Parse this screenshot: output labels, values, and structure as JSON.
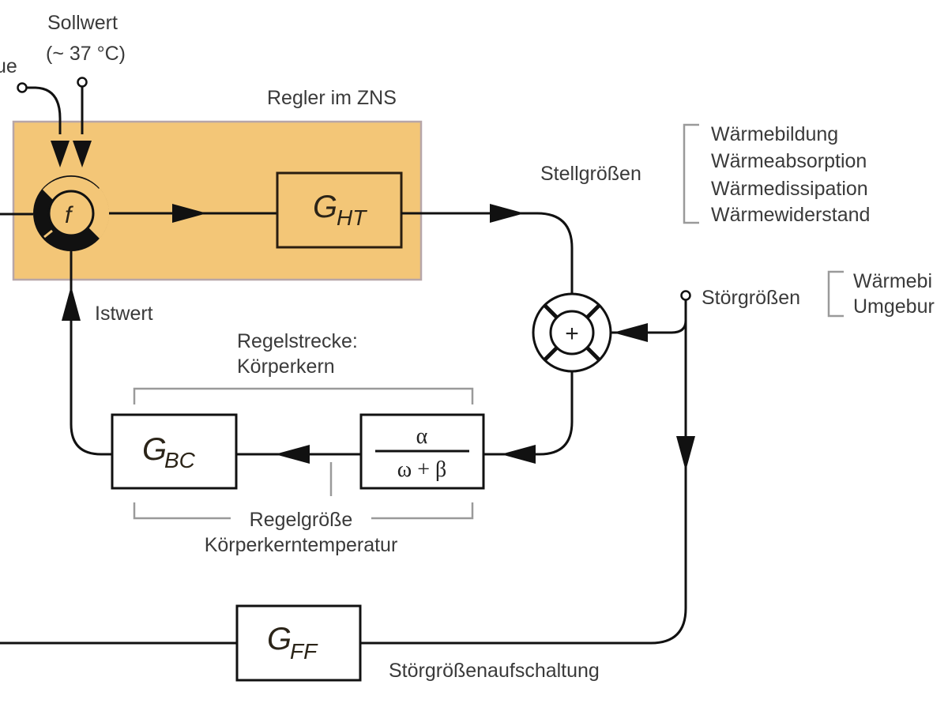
{
  "colors": {
    "controller_fill": "#f3c677",
    "controller_border": "#b7a6a8",
    "line": "#111111",
    "bracket": "#9a9a9a",
    "text": "#3a3a3a"
  },
  "inputs": {
    "truncated_left_label": "ue",
    "setpoint_label": "Sollwert",
    "setpoint_value": "(~ 37 °C)",
    "actual_value_label": "Istwert"
  },
  "controller": {
    "title": "Regler im ZNS",
    "function_symbol": "f",
    "block_main": "G",
    "block_sub": "HT"
  },
  "actuating": {
    "label": "Stellgrößen",
    "items": [
      "Wärmebildung",
      "Wärmeabsorption",
      "Wärmedissipation",
      "Wärmewiderstand"
    ]
  },
  "disturbance": {
    "label": "Störgrößen",
    "items": [
      "Wärmebi",
      "Umgebur"
    ]
  },
  "summing_junction": {
    "symbol": "+"
  },
  "plant": {
    "title_line1": "Regelstrecke:",
    "title_line2": "Körperkern",
    "transfer_numerator": "α",
    "transfer_denominator": "ω + β",
    "block_main": "G",
    "block_sub": "BC",
    "controlled_variable_line1": "Regelgröße",
    "controlled_variable_line2": "Körperkerntemperatur"
  },
  "feedforward": {
    "block_main": "G",
    "block_sub": "FF",
    "label": "Störgrößenaufschaltung"
  }
}
